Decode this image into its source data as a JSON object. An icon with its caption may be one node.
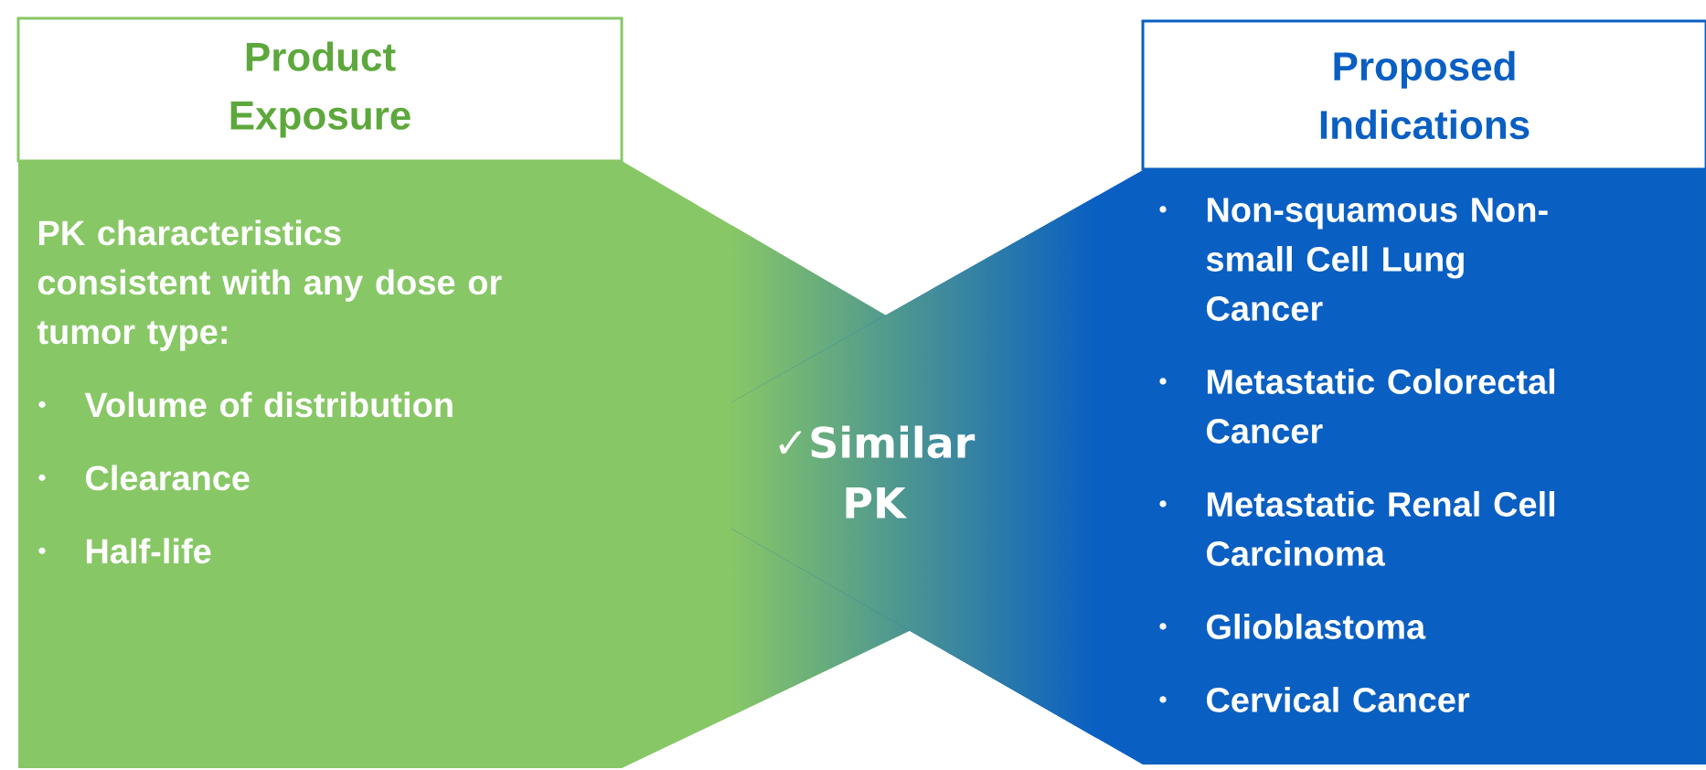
{
  "diagram": {
    "nodes": [
      {
        "text": [
          "Product Exposure"
        ]
      },
      {
        "text": [
          "PK characteristics consistent with any dose or tumor type:",
          "Volume of distribution",
          "Clearance",
          "Half-life"
        ]
      },
      {
        "text": [
          "✓Similar PK"
        ]
      },
      {
        "text": [
          "Proposed Indications"
        ]
      },
      {
        "text": [
          "Non-squamous Non-small Cell Lung Cancer",
          "Metastatic Colorectal Cancer",
          "Metastatic Renal Cell Carcinoma",
          "Glioblastoma",
          "Cervical Cancer"
        ]
      }
    ]
  }
}
